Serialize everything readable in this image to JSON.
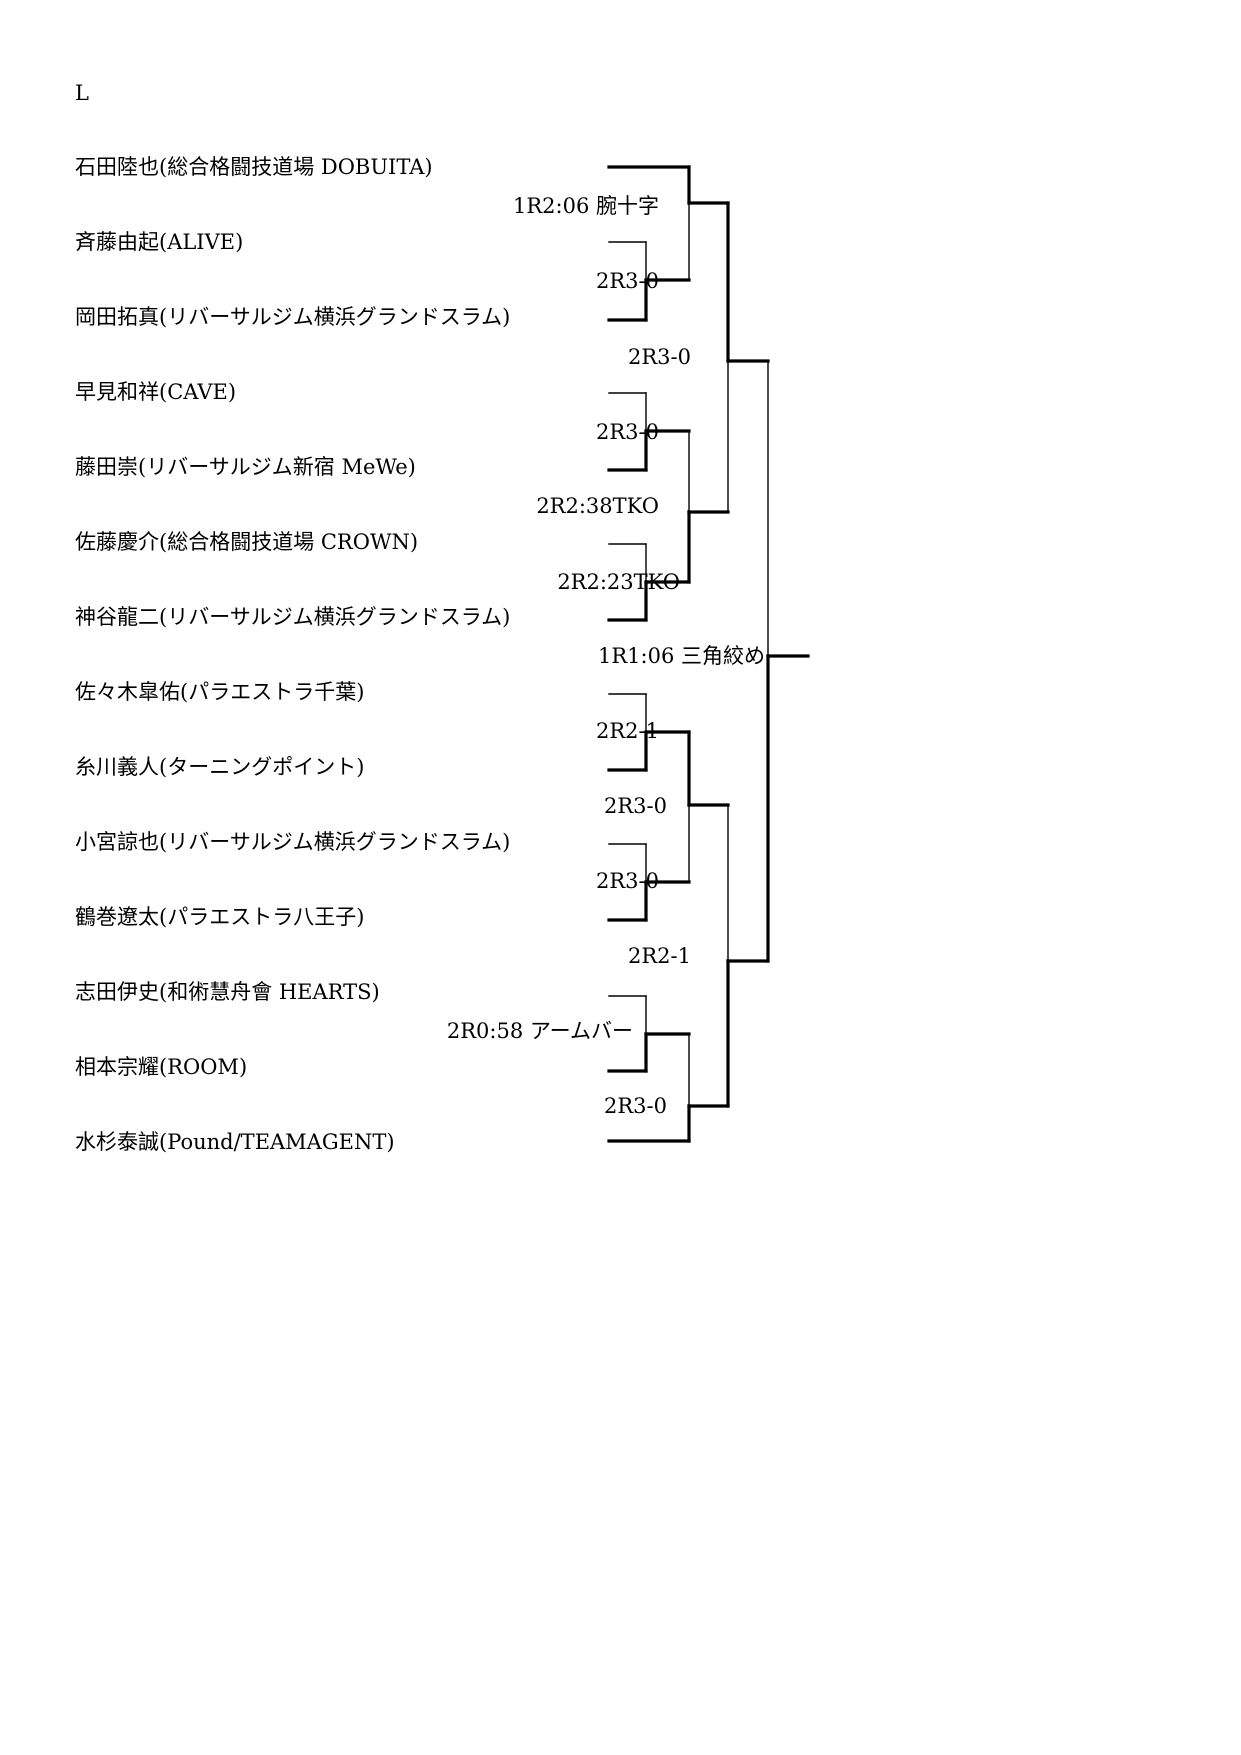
{
  "page": {
    "heading": "L"
  },
  "fighters": [
    "石田陸也(総合格闘技道場 DOBUITA)",
    "斉藤由起(ALIVE)",
    "岡田拓真(リバーサルジム横浜グランドスラム)",
    "早見和祥(CAVE)",
    "藤田崇(リバーサルジム新宿 MeWe)",
    "佐藤慶介(総合格闘技道場 CROWN)",
    "神谷龍二(リバーサルジム横浜グランドスラム)",
    "佐々木皐佑(パラエストラ千葉)",
    "糸川義人(ターニングポイント)",
    "小宮諒也(リバーサルジム横浜グランドスラム)",
    "鶴巻遼太(パラエストラ八王子)",
    "志田伊史(和術慧舟會 HEARTS)",
    "相本宗耀(ROOM)",
    "水杉泰誠(Pound/TEAMAGENT)"
  ],
  "results": {
    "r1_m1": "2R3-0",
    "r1_m2": "2R3-0",
    "r1_m3": "2R2:23TKO",
    "r1_m4": "2R2-1",
    "r1_m5": "2R3-0",
    "r1_m6": "2R0:58 アームバー",
    "r2_m1": "1R2:06 腕十字",
    "r2_m2": "2R2:38TKO",
    "r2_m3": "2R3-0",
    "r2_m4": "2R3-0",
    "r3_m1": "2R3-0",
    "r3_m2": "2R2-1",
    "final": "1R1:06 三角絞め"
  }
}
